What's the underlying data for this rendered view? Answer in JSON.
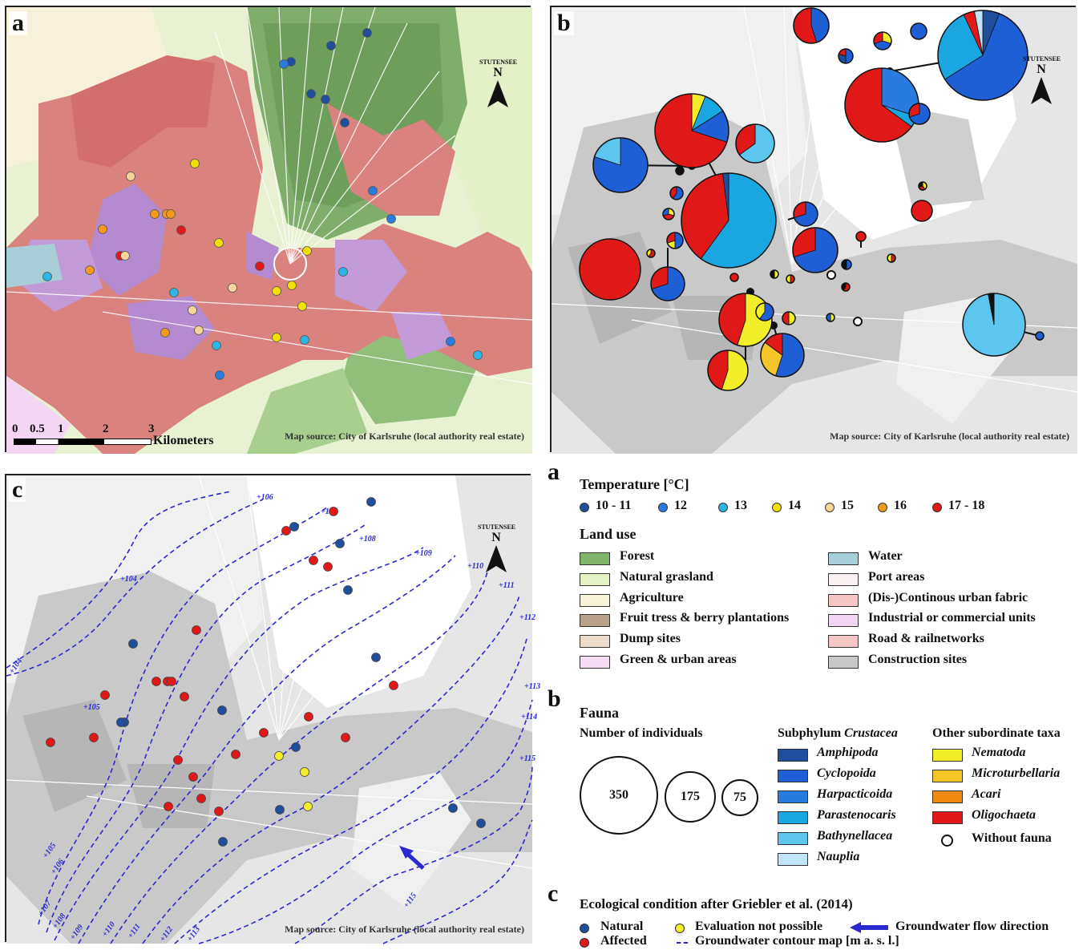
{
  "panel_a": {
    "label": "a",
    "source": "Map source: City of Karlsruhe (local authority real estate)",
    "north": "N",
    "town": "STUTENSEE",
    "scale_ticks": [
      "0",
      "0.5",
      "1",
      "2",
      "3"
    ],
    "scale_unit": "Kilometers"
  },
  "panel_b": {
    "label": "b",
    "source": "Map source: City of Karlsruhe (local authority real estate)",
    "north": "N",
    "town": "STUTENSEE"
  },
  "panel_c": {
    "label": "c",
    "source": "Map source: City of Karlsruhe (local authority real estate)",
    "north": "N",
    "town": "STUTENSEE",
    "contours": [
      "+104",
      "+105",
      "+106",
      "+107",
      "+108",
      "+109",
      "+110",
      "+111",
      "+112",
      "+113",
      "+114",
      "+115"
    ]
  },
  "legend_a": {
    "letter": "a",
    "temperature_title": "Temperature [°C]",
    "temperature": [
      {
        "label": "10 - 11",
        "color": "#1f4e9c"
      },
      {
        "label": "12",
        "color": "#2a7be0"
      },
      {
        "label": "13",
        "color": "#2cb6e8"
      },
      {
        "label": "14",
        "color": "#f2e000"
      },
      {
        "label": "15",
        "color": "#f6d59a"
      },
      {
        "label": "16",
        "color": "#f39a1a"
      },
      {
        "label": "17 - 18",
        "color": "#e01818"
      }
    ],
    "landuse_title": "Land use",
    "landuse_left": [
      {
        "label": "Forest",
        "color": "#7fb46a"
      },
      {
        "label": "Natural grasland",
        "color": "#e4f2c6"
      },
      {
        "label": "Agriculture",
        "color": "#f6f3d8"
      },
      {
        "label": "Fruit tress & berry plantations",
        "color": "#b9a28a"
      },
      {
        "label": "Dump sites",
        "color": "#ecdccb"
      },
      {
        "label": "Green & urban areas",
        "color": "#f4dcf2"
      }
    ],
    "landuse_right": [
      {
        "label": "Water",
        "color": "#a8cfd8"
      },
      {
        "label": "Port areas",
        "color": "#faf2f2"
      },
      {
        "label": "(Dis-)Continous urban fabric",
        "color": "#f6c6c6"
      },
      {
        "label": "Industrial or commercial units",
        "color": "#f2d6f2"
      },
      {
        "label": "Road & railnetworks",
        "color": "#f4c6c6"
      },
      {
        "label": "Construction sites",
        "color": "#c8c8c8"
      }
    ]
  },
  "legend_b": {
    "letter": "b",
    "fauna_title": "Fauna",
    "individuals_title": "Number of individuals",
    "sizes": [
      "350",
      "175",
      "75"
    ],
    "crustacea_title_prefix": "Subphylum ",
    "crustacea_title_italic": "Crustacea",
    "crustacea": [
      {
        "label": "Amphipoda",
        "color": "#1f4e9c"
      },
      {
        "label": "Cyclopoida",
        "color": "#1f5fd6"
      },
      {
        "label": "Harpacticoida",
        "color": "#2a7be0"
      },
      {
        "label": "Parastenocaris",
        "color": "#1aa6e0"
      },
      {
        "label": "Bathynellacea",
        "color": "#5cc6ee"
      },
      {
        "label": "Nauplia",
        "color": "#bfe6f8"
      }
    ],
    "other_title": "Other subordinate taxa",
    "other": [
      {
        "label": "Nematoda",
        "color": "#f2ee2a"
      },
      {
        "label": "Microturbellaria",
        "color": "#f4c62a"
      },
      {
        "label": "Acari",
        "color": "#f08a10"
      },
      {
        "label": "Oligochaeta",
        "color": "#e01818"
      }
    ],
    "without": "Without fauna"
  },
  "legend_c": {
    "letter": "c",
    "title": "Ecological condition after Griebler et al. (2014)",
    "natural": {
      "label": "Natural",
      "color": "#1f4e9c"
    },
    "affected": {
      "label": "Affected",
      "color": "#e01818"
    },
    "not_possible": {
      "label": "Evaluation not possible",
      "color": "#f2ee2a"
    },
    "flow": "Groundwater flow direction",
    "contour": "Groundwater contour map [m a. s. l.]"
  }
}
